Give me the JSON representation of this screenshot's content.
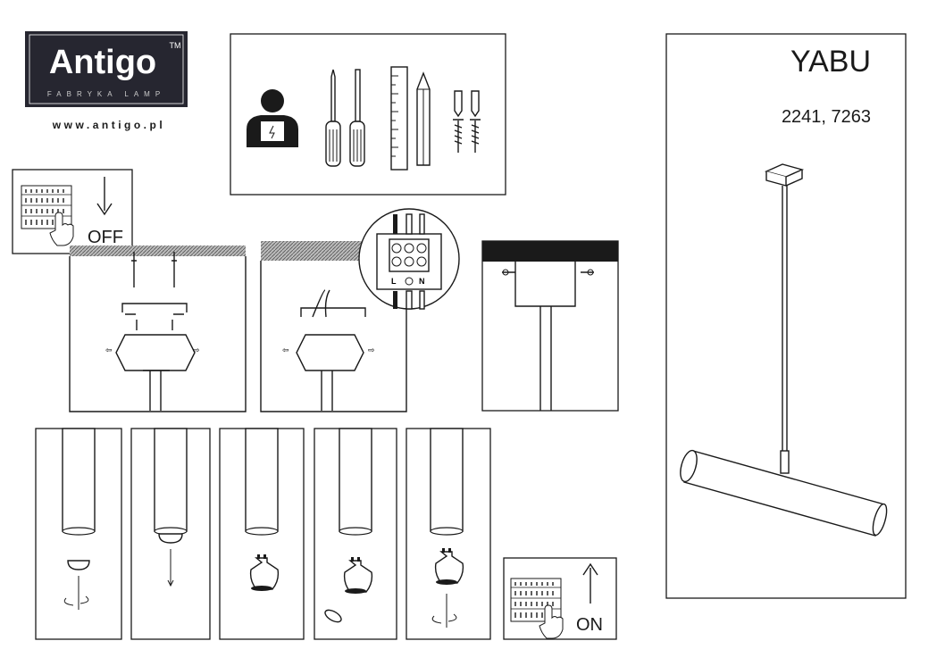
{
  "logo": {
    "brand": "Antigo",
    "trademark": "TM",
    "tagline": "FABRYKA LAMP",
    "url": "www.antigo.pl"
  },
  "product": {
    "name": "YABU",
    "codes": "2241, 7263"
  },
  "switch_off": {
    "label": "OFF"
  },
  "switch_on": {
    "label": "ON"
  },
  "terminal": {
    "live": "L",
    "neutral": "N"
  },
  "colors": {
    "logo_bg": "#262630",
    "ink": "#1a1a1a"
  }
}
